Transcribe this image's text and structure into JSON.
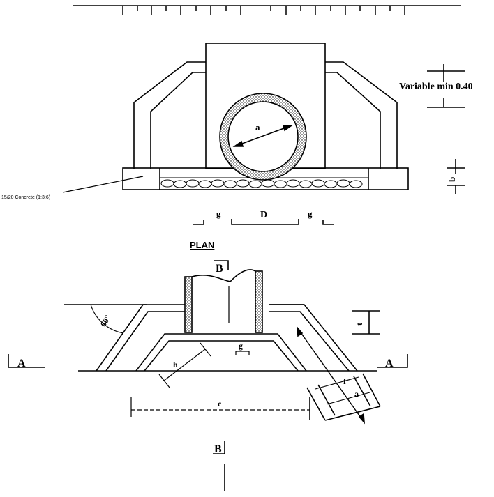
{
  "elevation": {
    "variable_label": "Variable min 0.40",
    "concrete_label": "15/20 Concrete (1:3:6)",
    "pipe_label": "a",
    "bed_label": "b",
    "dim_g_left": "g",
    "dim_D": "D",
    "dim_g_right": "g"
  },
  "plan": {
    "title": "PLAN",
    "section_B_top": "B",
    "section_B_bottom": "B",
    "section_A_left": "A",
    "section_A_right": "A",
    "angle": "60°",
    "dim_t": "t",
    "dim_g": "g",
    "dim_h": "h",
    "dim_c": "c",
    "dim_f": "f",
    "dim_a": "a"
  },
  "colors": {
    "ink": "#000000",
    "paper": "#ffffff",
    "fill": "#d9d9d9"
  }
}
